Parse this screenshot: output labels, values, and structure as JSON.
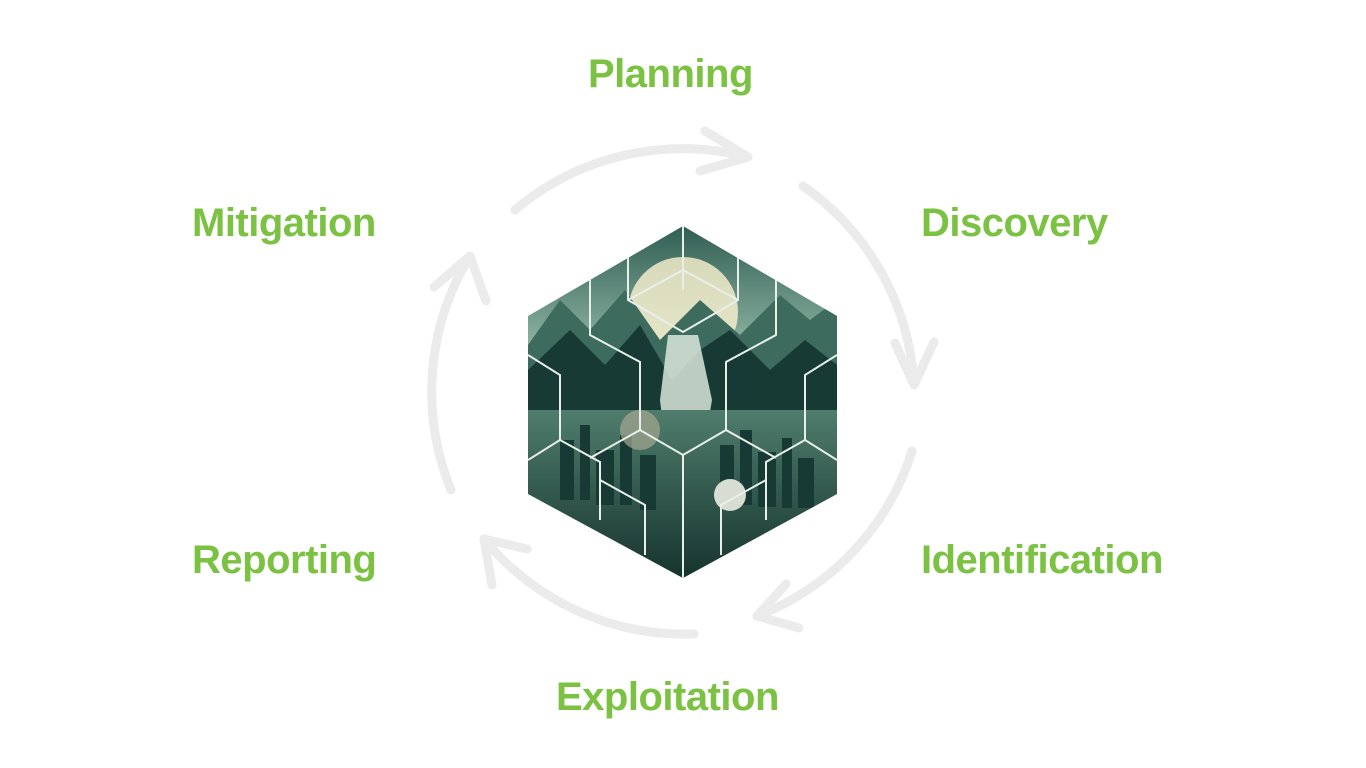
{
  "colors": {
    "label": "#7bc142",
    "arrow": "#ebebeb",
    "hex_dark": "#173a34",
    "hex_mid": "#3d6b5e",
    "hex_light": "#8fb5a4",
    "hex_sky": "#f3e7b8",
    "hex_lines": "#e8efe9"
  },
  "stages": [
    {
      "label": "Planning"
    },
    {
      "label": "Discovery"
    },
    {
      "label": "Identification"
    },
    {
      "label": "Exploitation"
    },
    {
      "label": "Reporting"
    },
    {
      "label": "Mitigation"
    }
  ],
  "center_image": {
    "icon": "hexagon-landscape-illustration"
  }
}
